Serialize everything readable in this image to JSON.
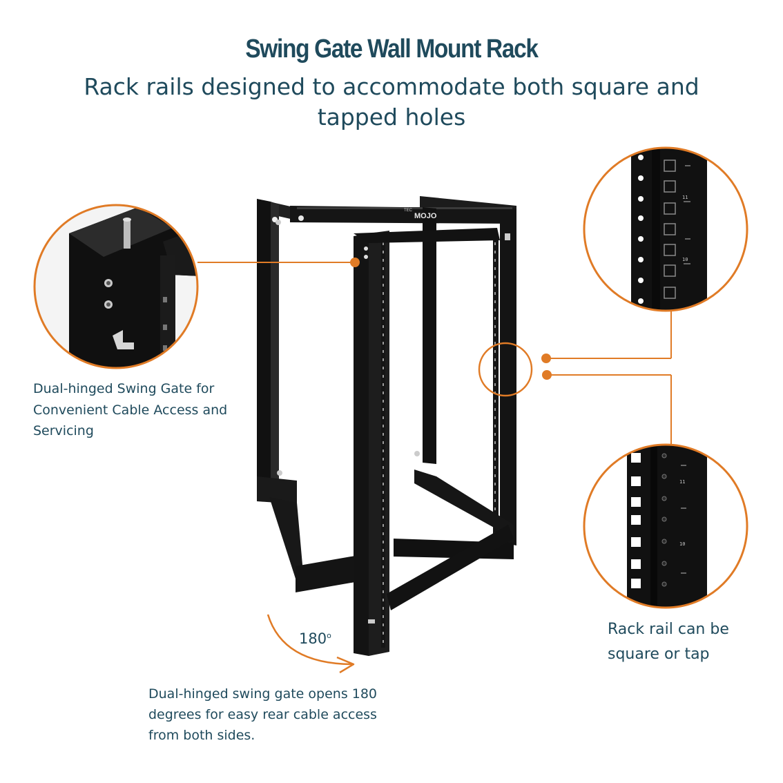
{
  "header": {
    "title": "Swing Gate Wall Mount Rack",
    "subtitle": "Rack rails designed to accommodate both square and tapped holes"
  },
  "product": {
    "brand_mark": "MOJO",
    "brand_small": "TEC"
  },
  "callouts": {
    "swing_gate": "Dual-hinged Swing Gate for Convenient Cable Access and Servicing",
    "rail_type": "Rack rail can be square or tap",
    "rotation": "Dual-hinged swing gate opens 180 degrees for easy rear cable access from both sides.",
    "rotation_angle": "180",
    "rotation_unit": "o"
  },
  "rail_markings": {
    "upper_1": "11",
    "upper_2": "10",
    "lower_1": "11",
    "lower_2": "10"
  },
  "colors": {
    "accent": "#e07b26",
    "text": "#1f4a5c",
    "metal": "#151515"
  }
}
